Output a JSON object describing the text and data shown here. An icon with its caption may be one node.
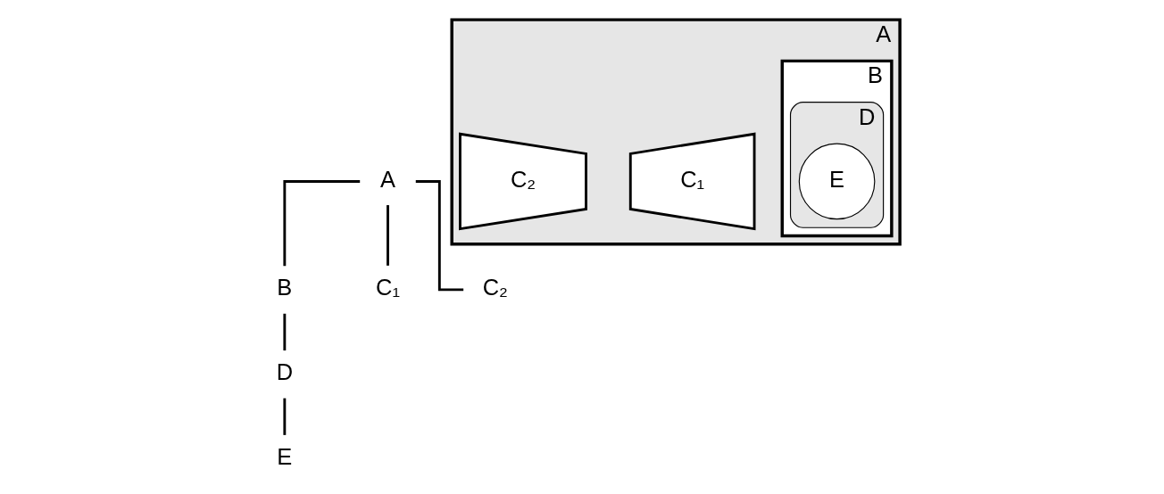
{
  "diagram": {
    "nodes": [
      {
        "text": [
          "A"
        ]
      },
      {
        "text": [
          "B"
        ]
      },
      {
        "text": [
          "C₁"
        ]
      },
      {
        "text": [
          "C₂"
        ]
      },
      {
        "text": [
          "D"
        ]
      },
      {
        "text": [
          "E"
        ]
      },
      {
        "text": [
          "A"
        ]
      },
      {
        "text": [
          "B"
        ],
        "in": 6
      },
      {
        "text": [
          "D"
        ],
        "in": 7
      },
      {
        "text": [
          "E"
        ],
        "in": 8
      },
      {
        "text": [
          "C₁"
        ],
        "in": 6
      },
      {
        "text": [
          "C₂"
        ],
        "in": 6
      }
    ],
    "edges": [
      {
        "from": 0,
        "to": 1,
        "arrow": "none"
      },
      {
        "from": 0,
        "to": 2,
        "arrow": "none"
      },
      {
        "from": 0,
        "to": 3,
        "arrow": "none"
      },
      {
        "from": 1,
        "to": 4,
        "arrow": "none"
      },
      {
        "from": 4,
        "to": 5,
        "arrow": "none"
      }
    ]
  }
}
